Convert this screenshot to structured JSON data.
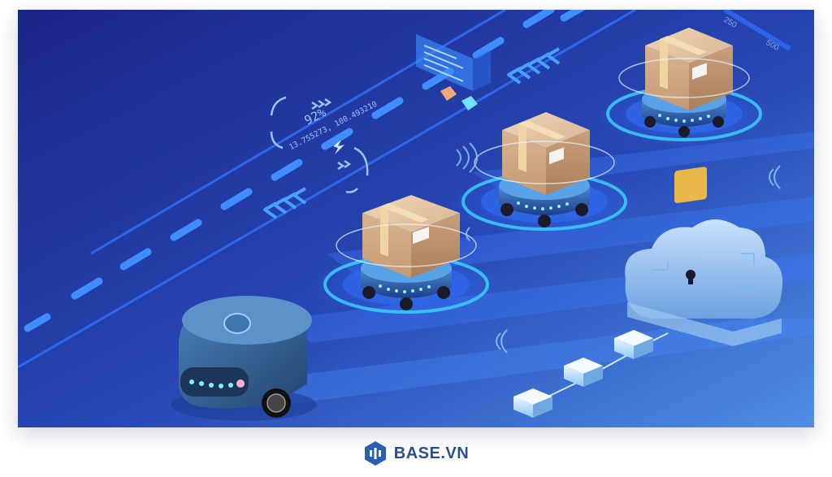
{
  "scene": {
    "description_colors": {
      "background_top": "#1b2a8c",
      "background_bottom": "#3f7fd8",
      "accent_cyan": "#3fd6ff",
      "accent_blue": "#2f6bff",
      "box_tan": "#d9b48c",
      "tape": "#e8cfa0"
    },
    "hud": {
      "battery": "92%",
      "coordinates": "13.755273, 100.493210"
    },
    "ticks": [
      "250",
      "500"
    ]
  },
  "brand": {
    "name": "BASE.VN",
    "logo_icon": "base-vn-logo-icon",
    "color": "#2a4f8f"
  }
}
